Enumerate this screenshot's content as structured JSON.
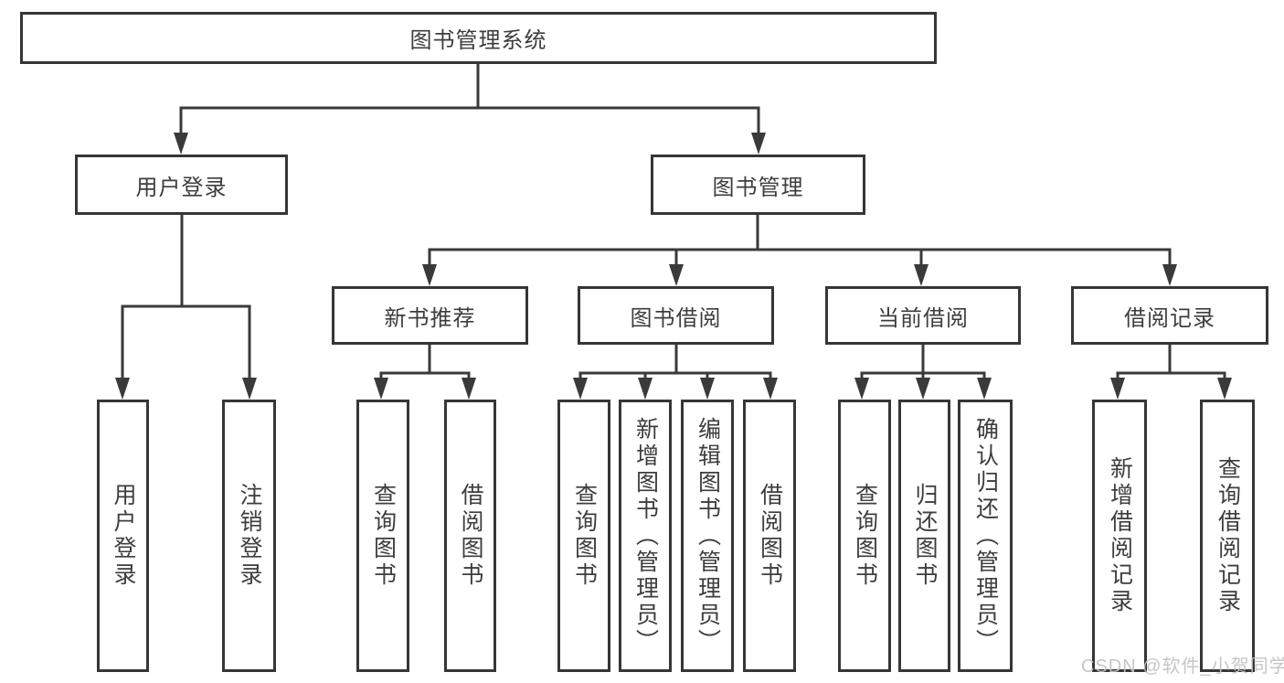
{
  "diagram": {
    "title": "图书管理系统",
    "level2": [
      {
        "label": "用户登录"
      },
      {
        "label": "图书管理"
      }
    ],
    "level3": [
      {
        "label": "新书推荐"
      },
      {
        "label": "图书借阅"
      },
      {
        "label": "当前借阅"
      },
      {
        "label": "借阅记录"
      }
    ],
    "leaves": [
      {
        "label": "用户登录"
      },
      {
        "label": "注销登录"
      },
      {
        "label": "查询图书"
      },
      {
        "label": "借阅图书"
      },
      {
        "label": "查询图书"
      },
      {
        "label": "新增图书（管理员）"
      },
      {
        "label": "编辑图书（管理员）"
      },
      {
        "label": "借阅图书"
      },
      {
        "label": "查询图书"
      },
      {
        "label": "归还图书"
      },
      {
        "label": "确认归还（管理员）"
      },
      {
        "label": "新增借阅记录"
      },
      {
        "label": "查询借阅记录"
      }
    ],
    "colors": {
      "line": "#3a3a3a",
      "box_border": "#363636",
      "text": "#3d3d3d",
      "background": "#ffffff",
      "watermark": "#c1c1c1"
    }
  },
  "watermark": {
    "text": "CSDN @软件_小贺同学"
  }
}
